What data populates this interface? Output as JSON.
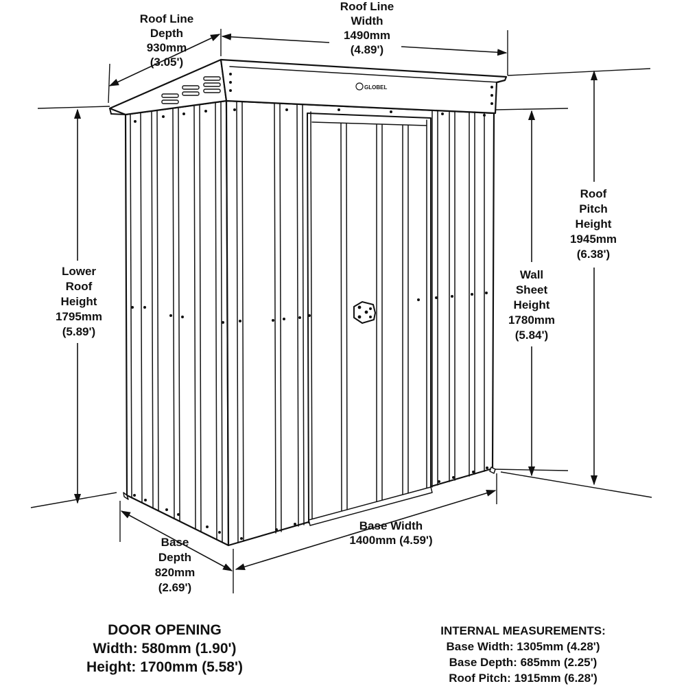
{
  "dimensions": {
    "roof_line_depth": [
      "Roof Line",
      "Depth",
      "930mm",
      "(3.05')"
    ],
    "roof_line_width": [
      "Roof Line",
      "Width",
      "1490mm",
      "(4.89')"
    ],
    "roof_pitch_height": [
      "Roof",
      "Pitch",
      "Height",
      "1945mm",
      "(6.38')"
    ],
    "lower_roof_height": [
      "Lower",
      "Roof",
      "Height",
      "1795mm",
      "(5.89')"
    ],
    "wall_sheet_height": [
      "Wall",
      "Sheet",
      "Height",
      "1780mm",
      "(5.84')"
    ],
    "base_width": [
      "Base Width",
      "1400mm (4.59')"
    ],
    "base_depth": [
      "Base",
      "Depth",
      "820mm",
      "(2.69')"
    ]
  },
  "door_opening": {
    "title": "DOOR OPENING",
    "width": "Width: 580mm (1.90')",
    "height": "Height: 1700mm (5.58')"
  },
  "internal_measurements": {
    "title": "INTERNAL MEASUREMENTS:",
    "base_width": "Base Width: 1305mm (4.28')",
    "base_depth": "Base Depth: 685mm (2.25')",
    "roof_pitch": "Roof Pitch: 1915mm (6.28')"
  },
  "logo_text": "GLOBEL"
}
